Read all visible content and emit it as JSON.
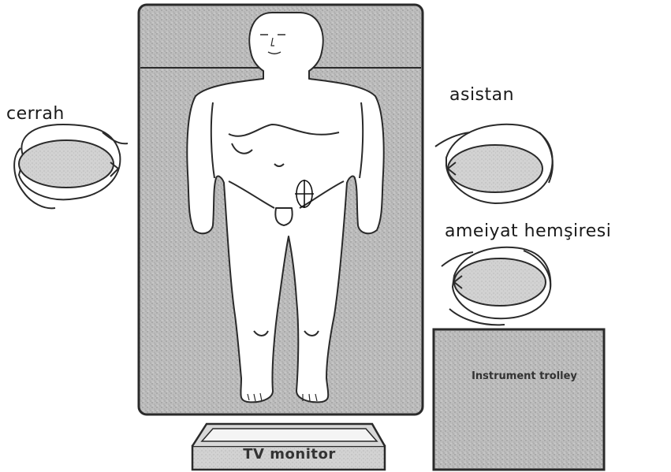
{
  "labels": {
    "surgeon": "cerrah",
    "assistant": "asistan",
    "scrub_nurse": "ameiyat hemşiresi"
  },
  "furniture": {
    "instrument_trolley": "Instrument trolley",
    "tv_monitor": "TV monitor"
  },
  "colors": {
    "table_fill": "#b9b9b9",
    "head_fill": "#cfcfcf",
    "ink": "#2a2a2a",
    "background": "#ffffff"
  }
}
